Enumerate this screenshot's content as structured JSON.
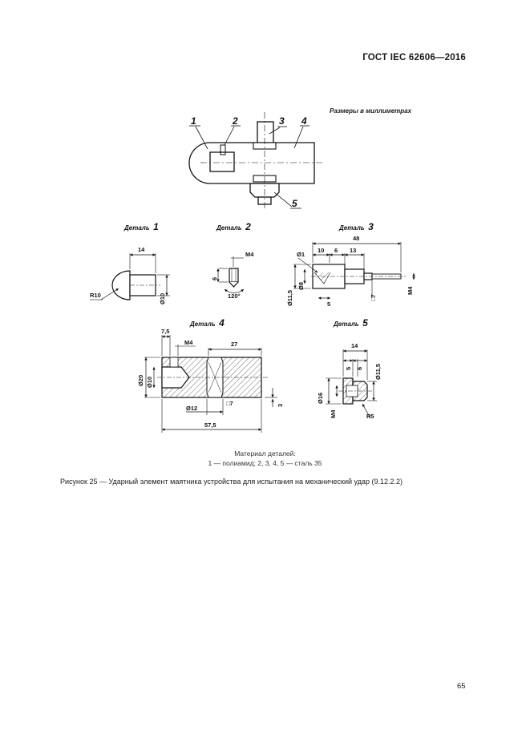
{
  "header": {
    "standard": "ГОСТ IEC 62606—2016"
  },
  "figure": {
    "units_note": "Размеры в миллиметрах",
    "callouts": [
      "1",
      "2",
      "3",
      "4",
      "5"
    ],
    "detail_word": "Деталь",
    "details": [
      {
        "number": "1",
        "dims": [
          "14",
          "R10",
          "Ø10"
        ]
      },
      {
        "number": "2",
        "dims": [
          "M4",
          "6",
          "120°"
        ]
      },
      {
        "number": "3",
        "dims": [
          "48",
          "Ø1",
          "10",
          "6",
          "13",
          "Ø11,5",
          "Ø8",
          "5",
          "□7",
          "M4"
        ]
      },
      {
        "number": "4",
        "dims": [
          "7,5",
          "M4",
          "27",
          "Ø20",
          "Ø10",
          "Ø12",
          "□7",
          "3",
          "57,5"
        ]
      },
      {
        "number": "5",
        "dims": [
          "14",
          "5",
          "6",
          "Ø11,5",
          "Ø16",
          "M4",
          "R5"
        ]
      }
    ]
  },
  "material": {
    "title": "Материал деталей:",
    "text": "1 — полиамид; 2, 3, 4, 5 — сталь 35"
  },
  "caption": "Рисунок 25 — Ударный элемент маятника устройства для испытания на механический удар (9.12.2.2)",
  "page_number": "65"
}
